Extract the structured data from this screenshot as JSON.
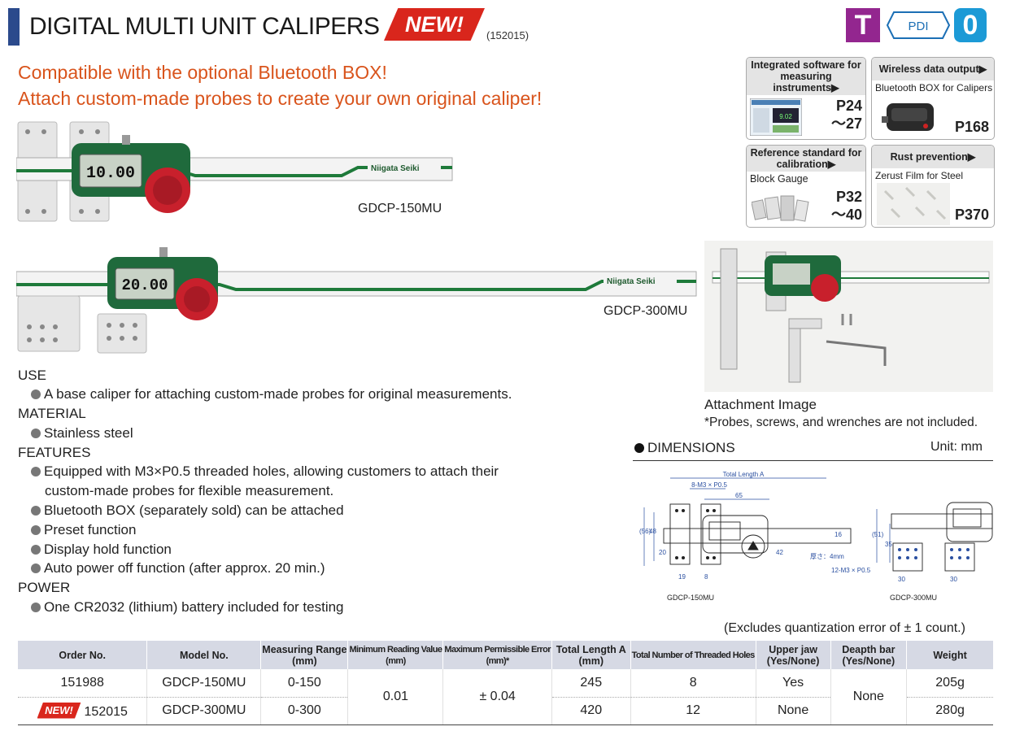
{
  "header": {
    "title": "DIGITAL MULTI UNIT CALIPERS",
    "new_badge": "NEW!",
    "code": "(152015)",
    "logo_t": "T",
    "logo_pdi": "PDI",
    "logo_zero": "0"
  },
  "taglines": [
    "Compatible with the optional Bluetooth BOX!",
    "Attach custom-made probes to create your own original caliper!"
  ],
  "info_boxes": [
    {
      "title": "Integrated software for measuring instruments▶",
      "subtitle": "SK-LOG",
      "page": "P24\n～27"
    },
    {
      "title": "Wireless data output▶",
      "subtitle": "Bluetooth BOX for Calipers",
      "page": "P168"
    },
    {
      "title": "Reference standard for calibration▶",
      "subtitle": "Block Gauge",
      "page": "P32\n～40"
    },
    {
      "title": "Rust prevention▶",
      "subtitle": "Zerust Film for Steel",
      "page": "P370"
    }
  ],
  "products": {
    "p150_label": "GDCP-150MU",
    "p150_display": "10.00",
    "p300_label": "GDCP-300MU",
    "p300_display": "20.00",
    "brand": "Niigata Seiki"
  },
  "specs": {
    "use_head": "USE",
    "use_item": "A base caliper for attaching custom-made probes for original measurements.",
    "material_head": "MATERIAL",
    "material_item": "Stainless steel",
    "features_head": "FEATURES",
    "features_items": [
      "Equipped with M3×P0.5 threaded holes, allowing customers to attach their",
      "custom-made probes for flexible measurement.",
      "Bluetooth BOX (separately sold) can be attached",
      "Preset function",
      "Display hold function",
      "Auto power off function (after approx. 20 min.)"
    ],
    "power_head": "POWER",
    "power_item": "One CR2032 (lithium) battery included for testing"
  },
  "attachment": {
    "caption": "Attachment Image",
    "note": "*Probes, screws, and wrenches are not included."
  },
  "dimensions": {
    "title": "DIMENSIONS",
    "unit": "Unit: mm",
    "total_length": "Total Length A",
    "thread_150": "8-M3 × P0.5",
    "thread_300": "12-M3 × P0.5",
    "label_150": "GDCP-150MU",
    "label_300": "GDCP-300MU"
  },
  "quant_note": "(Excludes quantization error of ± 1 count.)",
  "table": {
    "headers": [
      "Order No.",
      "Model No.",
      "Measuring Range\n(mm)",
      "Minimum Reading Value\n(mm)",
      "Maximum Permissible Error\n(mm)*",
      "Total Length A\n(mm)",
      "Total Number of Threaded Holes",
      "Upper jaw\n(Yes/None)",
      "Deapth bar\n(Yes/None)",
      "Weight"
    ],
    "rows": [
      {
        "order": "151988",
        "model": "GDCP-150MU",
        "range": "0-150",
        "length": "245",
        "holes": "8",
        "jaw": "Yes",
        "weight": "205g",
        "new": ""
      },
      {
        "order": "152015",
        "model": "GDCP-300MU",
        "range": "0-300",
        "length": "420",
        "holes": "12",
        "jaw": "None",
        "weight": "280g",
        "new": "NEW!"
      }
    ],
    "min_reading": "0.01",
    "max_error": "± 0.04",
    "depth_bar": "None"
  }
}
